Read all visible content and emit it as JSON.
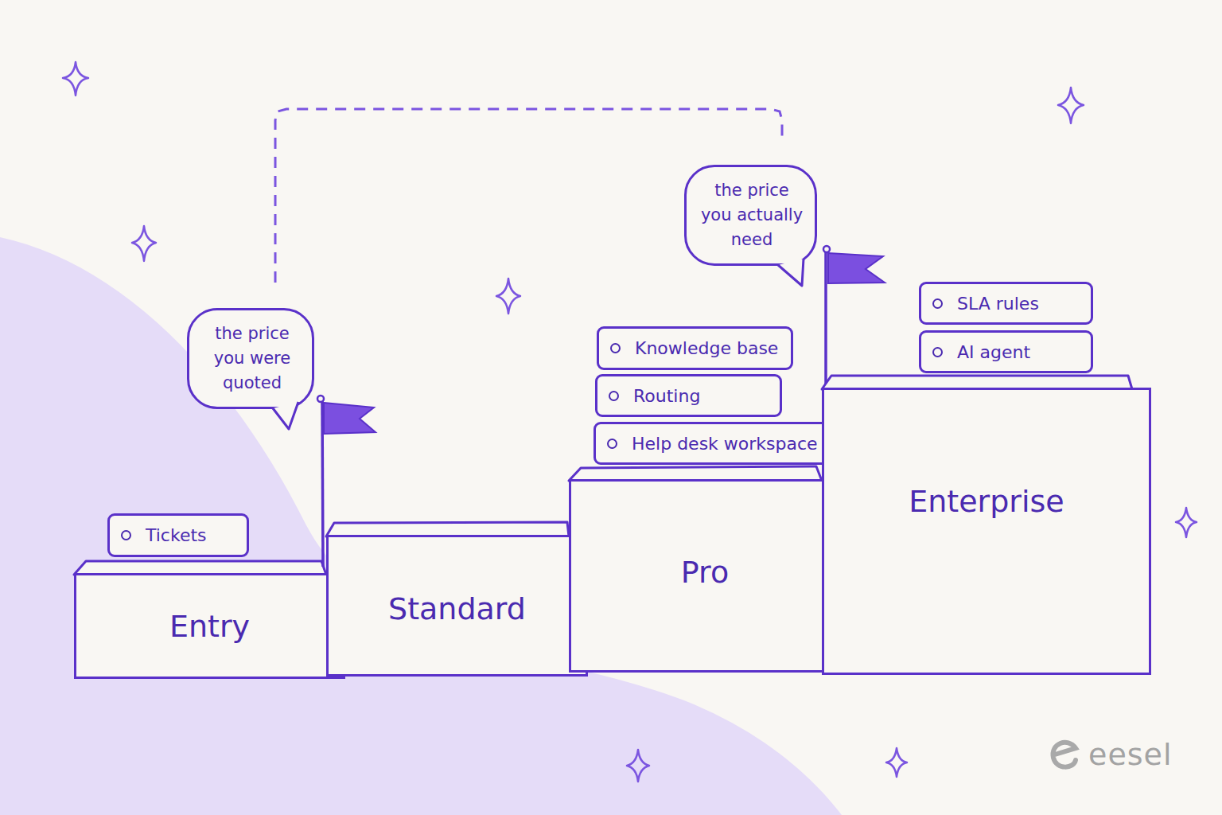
{
  "diagram": {
    "nodes": [
      {
        "text": [
          "the price you were quoted"
        ]
      },
      {
        "text": [
          "Tickets"
        ]
      },
      {
        "text": [
          "Entry"
        ]
      },
      {
        "text": [
          "Standard"
        ]
      },
      {
        "text": [
          "Knowledge base"
        ]
      },
      {
        "text": [
          "Routing"
        ]
      },
      {
        "text": [
          "Help desk workspace"
        ]
      },
      {
        "text": [
          "Pro"
        ]
      },
      {
        "text": [
          "the price you actually need"
        ]
      },
      {
        "text": [
          "SLA rules"
        ]
      },
      {
        "text": [
          "AI agent"
        ]
      },
      {
        "text": [
          "Enterprise"
        ]
      }
    ],
    "edges": [
      {
        "from": 0,
        "to": 8,
        "arrow": "none"
      }
    ],
    "labels": [
      "eesel"
    ]
  }
}
